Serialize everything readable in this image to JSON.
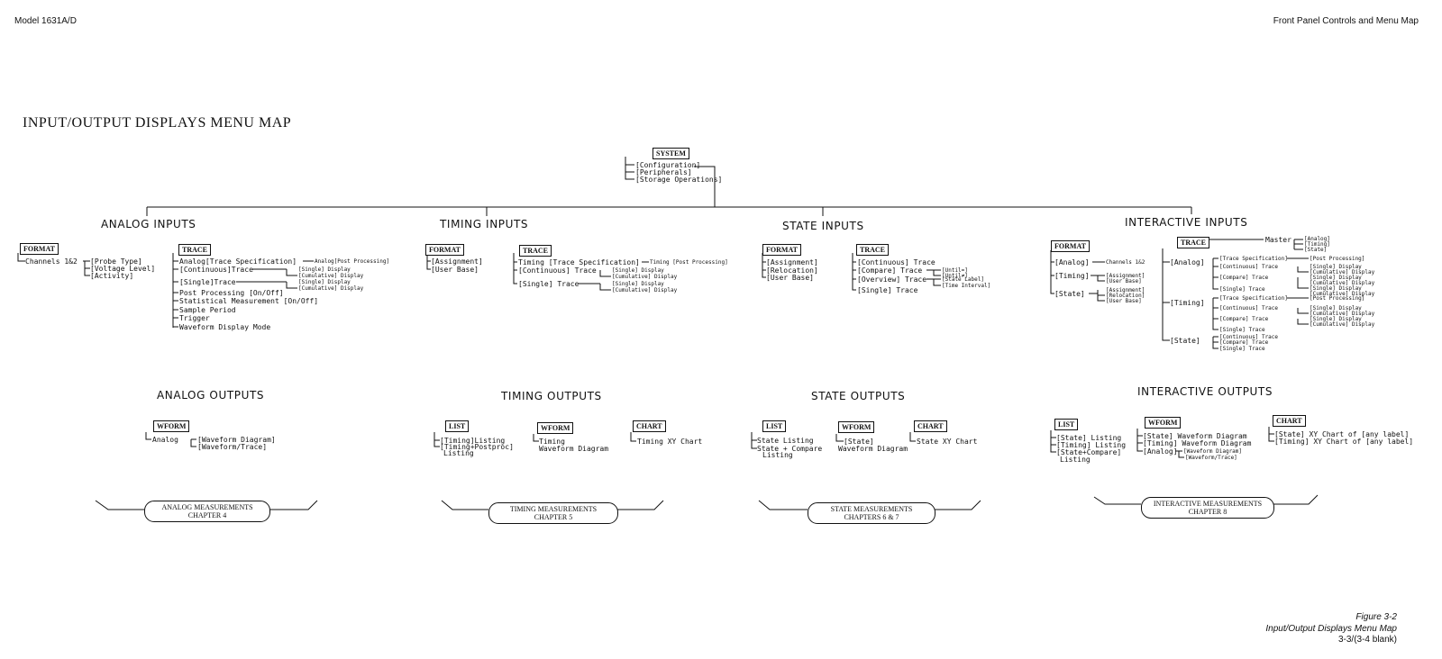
{
  "header": {
    "left": "Model 1631A/D",
    "right": "Front Panel Controls and Menu Map"
  },
  "title": "INPUT/OUTPUT DISPLAYS MENU MAP",
  "system": {
    "box": "SYSTEM",
    "items": [
      "[Configuration]",
      "[Peripherals]",
      "[Storage Operations]"
    ]
  },
  "sections": {
    "analog_inputs": "ANALOG INPUTS",
    "timing_inputs": "TIMING INPUTS",
    "state_inputs": "STATE INPUTS",
    "interactive_inputs": "INTERACTIVE INPUTS",
    "analog_outputs": "ANALOG OUTPUTS",
    "timing_outputs": "TIMING OUTPUTS",
    "state_outputs": "STATE OUTPUTS",
    "interactive_outputs": "INTERACTIVE OUTPUTS"
  },
  "boxes": {
    "format": "FORMAT",
    "trace": "TRACE",
    "wform": "WFORM",
    "list": "LIST",
    "chart": "CHART"
  },
  "analog_in": {
    "channels": "Channels 1&2",
    "format_items": [
      "[Probe Type]",
      "[Voltage Level]",
      "[Activity]"
    ],
    "trace_items": [
      "Analog[Trace Specification]",
      "[Continuous]Trace",
      "[Single]Trace",
      "Post Processing [On/Off]",
      "Statistical Measurement [On/Off]",
      "Sample Period",
      "Trigger",
      "Waveform Display Mode"
    ],
    "post": "Analog[Post Processing]",
    "cont_sub": [
      "[Single] Display",
      "[Cumulative] Display"
    ],
    "single_sub": [
      "[Single] Display",
      "[Cumulative] Display"
    ]
  },
  "timing_in": {
    "format_items": [
      "[Assignment]",
      "[User Base]"
    ],
    "trace_items": [
      "Timing [Trace Specification]",
      "[Continuous] Trace",
      "[Single] Trace"
    ],
    "post": "Timing [Post Processing]",
    "cont_sub": [
      "[Single] Display",
      "[Cumulative] Display"
    ],
    "single_sub": [
      "[Single] Display",
      "[Cumulative] Display"
    ]
  },
  "state_in": {
    "format_items": [
      "[Assignment]",
      "[Relocation]",
      "[User Base]"
    ],
    "trace_items": [
      "[Continuous] Trace",
      "[Compare] Trace",
      "[Overview] Trace",
      "[Single] Trace"
    ],
    "compare_sub": [
      "[Until=]",
      "[Until≠]"
    ],
    "overview_sub": [
      "[State Label]",
      "[Time Interval]"
    ]
  },
  "inter_in": {
    "format_items": [
      "[Analog]",
      "[Timing]",
      "[State]"
    ],
    "channels": "Channels 1&2",
    "timing_sub": [
      "[Assignment]",
      "[User Base]"
    ],
    "state_sub": [
      "[Assignment]",
      "[Relocation]",
      "[User Base]"
    ],
    "master": "Master",
    "master_sub": [
      "[Analog]",
      "[Timing]",
      "[State]"
    ],
    "trace_groups": [
      "[Analog]",
      "[Timing]",
      "[State]"
    ],
    "analog_items": [
      "[Trace Specification]",
      "[Continuous] Trace",
      "[Compare] Trace",
      "[Single] Trace"
    ],
    "timing_items": [
      "[Trace Specification]",
      "[Continuous] Trace",
      "[Compare] Trace",
      "[Single] Trace"
    ],
    "state_items": [
      "[Continuous] Trace",
      "[Compare] Trace",
      "[Single] Trace"
    ],
    "post": "[Post Processing]",
    "disp": [
      "[Single] Display",
      "[Cumulative] Display"
    ]
  },
  "analog_out": {
    "label": "Analog",
    "items": [
      "[Waveform Diagram]",
      "[Waveform/Trace]"
    ]
  },
  "timing_out": {
    "list_items": [
      "[Timing]Listing",
      "[Timing+Postproc]",
      "Listing"
    ],
    "wform_items": [
      "Timing",
      "Waveform Diagram"
    ],
    "chart_item": "Timing XY Chart"
  },
  "state_out": {
    "list_items": [
      "State Listing",
      "State + Compare",
      "Listing"
    ],
    "wform_items": [
      "[State]",
      "Waveform Diagram"
    ],
    "chart_item": "State XY Chart"
  },
  "inter_out": {
    "list_items": [
      "[State] Listing",
      "[Timing] Listing",
      "[State+Compare]",
      "Listing"
    ],
    "wform_items": [
      "[State] Waveform Diagram",
      "[Timing] Waveform Diagram",
      "[Analog]"
    ],
    "wform_sub": [
      "[Waveform Diagram]",
      "[Waveform/Trace]"
    ],
    "chart_items": [
      "[State] XY Chart of [any label]",
      "[Timing] XY Chart of [any label]"
    ]
  },
  "chapters": [
    {
      "line1": "ANALOG MEASUREMENTS",
      "line2": "CHAPTER 4"
    },
    {
      "line1": "TIMING MEASUREMENTS",
      "line2": "CHAPTER 5"
    },
    {
      "line1": "STATE MEASUREMENTS",
      "line2": "CHAPTERS 6 & 7"
    },
    {
      "line1": "INTERACTIVE MEASUREMENTS",
      "line2": "CHAPTER 8"
    }
  ],
  "footer": {
    "fig": "Figure 3-2",
    "caption": "Input/Output Displays Menu Map",
    "page": "3-3/(3-4 blank)"
  }
}
